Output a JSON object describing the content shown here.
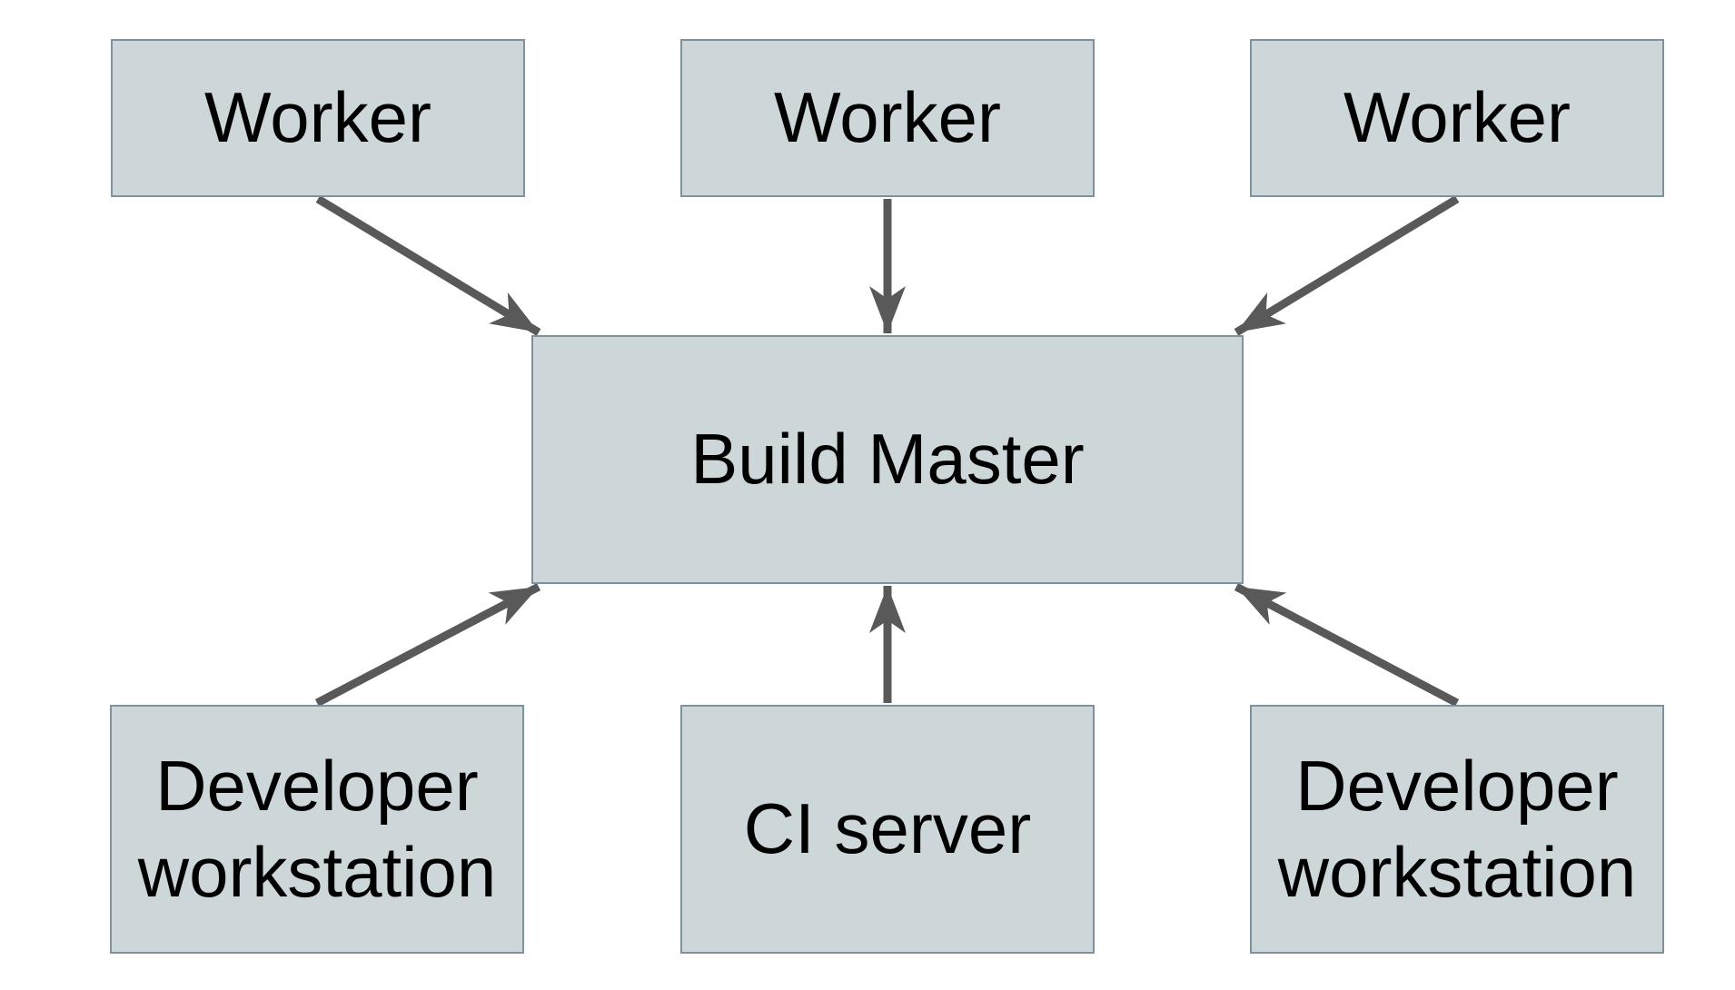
{
  "diagram": {
    "colors": {
      "background": "#ffffff",
      "box_fill": "#cdd7da",
      "box_border": "#7d929d",
      "arrow": "#595959",
      "text": "#000000"
    },
    "nodes": {
      "worker_1": {
        "label": "Worker"
      },
      "worker_2": {
        "label": "Worker"
      },
      "worker_3": {
        "label": "Worker"
      },
      "build_master": {
        "label": "Build Master"
      },
      "dev_workstation_left": {
        "label": "Developer workstation"
      },
      "ci_server": {
        "label": "CI server"
      },
      "dev_workstation_right": {
        "label": "Developer workstation"
      }
    },
    "edges": [
      {
        "id": "arrow-worker-1-to-build-master",
        "from": "worker_1",
        "to": "build_master",
        "from_anchor": "bottom-center",
        "to_anchor": "top-left"
      },
      {
        "id": "arrow-worker-2-to-build-master",
        "from": "worker_2",
        "to": "build_master",
        "from_anchor": "bottom-center",
        "to_anchor": "top-center"
      },
      {
        "id": "arrow-worker-3-to-build-master",
        "from": "worker_3",
        "to": "build_master",
        "from_anchor": "bottom-center",
        "to_anchor": "top-right"
      },
      {
        "id": "arrow-dev-left-to-build-master",
        "from": "dev_workstation_left",
        "to": "build_master",
        "from_anchor": "top-center",
        "to_anchor": "bottom-left"
      },
      {
        "id": "arrow-ci-server-to-build-master",
        "from": "ci_server",
        "to": "build_master",
        "from_anchor": "top-center",
        "to_anchor": "bottom-center"
      },
      {
        "id": "arrow-dev-right-to-build-master",
        "from": "dev_workstation_right",
        "to": "build_master",
        "from_anchor": "top-center",
        "to_anchor": "bottom-right"
      }
    ]
  }
}
